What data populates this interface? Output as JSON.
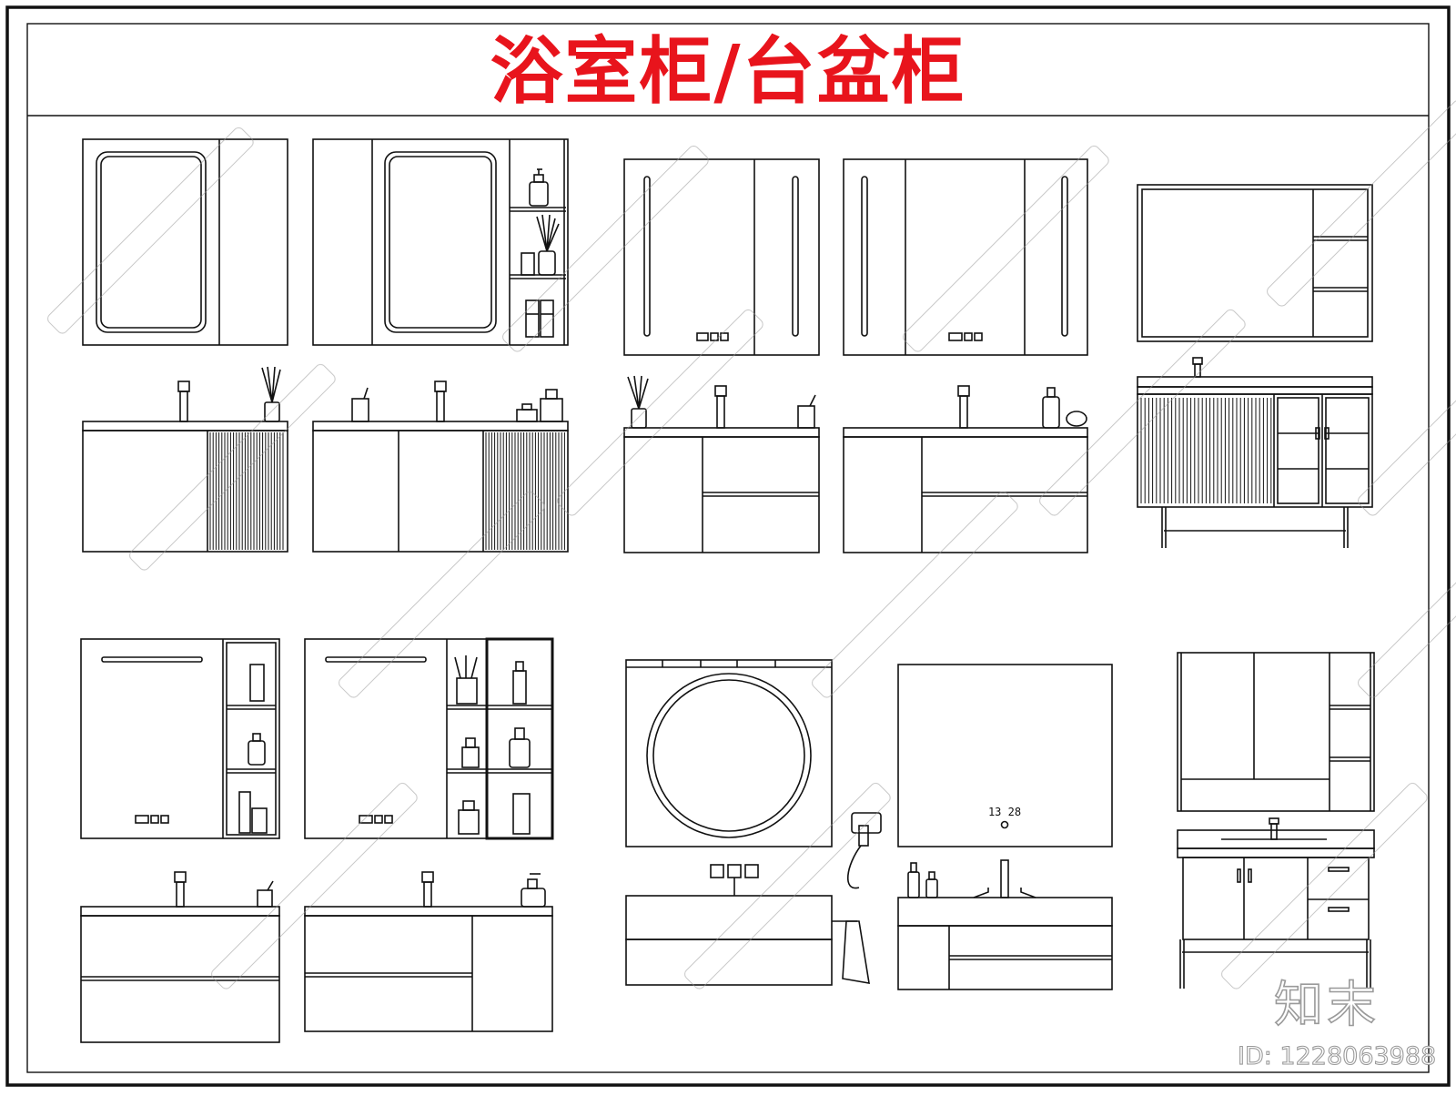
{
  "title": "浴室柜/台盆柜",
  "clock_display": "13 28",
  "brand_mark": "知末",
  "id_label": "ID: 1228063988",
  "colors": {
    "title": "#e8141c",
    "line": "#111111",
    "watermark": "#9a9a9a"
  }
}
